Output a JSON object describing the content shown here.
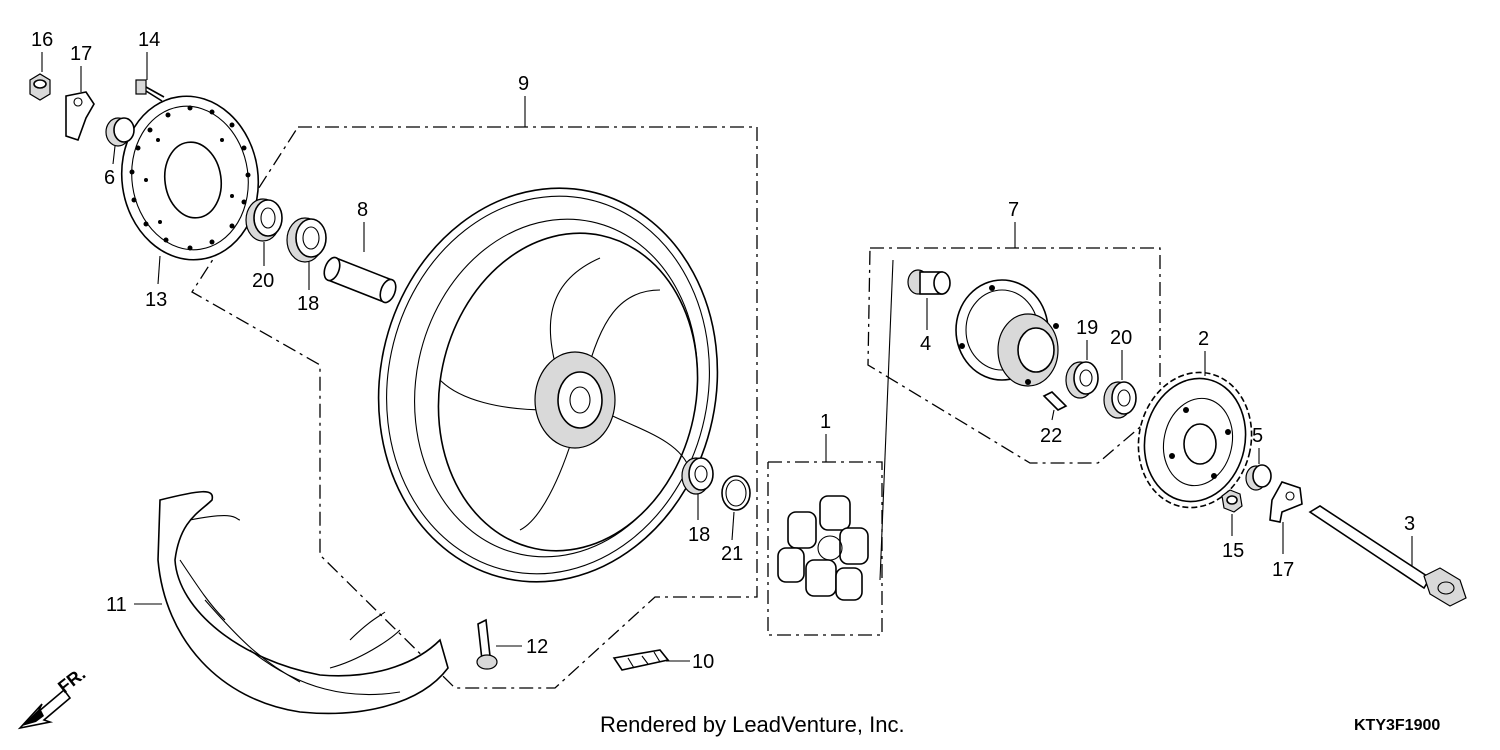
{
  "callouts": {
    "c1": "1",
    "c2": "2",
    "c3": "3",
    "c4": "4",
    "c5": "5",
    "c6": "6",
    "c7": "7",
    "c8": "8",
    "c9": "9",
    "c10": "10",
    "c11": "11",
    "c12": "12",
    "c13": "13",
    "c14": "14",
    "c15": "15",
    "c16": "16",
    "c17a": "17",
    "c17b": "17",
    "c18a": "18",
    "c18b": "18",
    "c19": "19",
    "c20a": "20",
    "c20b": "20",
    "c21": "21",
    "c22": "22"
  },
  "footer": {
    "credit": "Rendered by LeadVenture, Inc.",
    "diagram_code": "KTY3F1900"
  },
  "direction": {
    "label": "FR.",
    "icon": "forward-arrow-icon"
  }
}
